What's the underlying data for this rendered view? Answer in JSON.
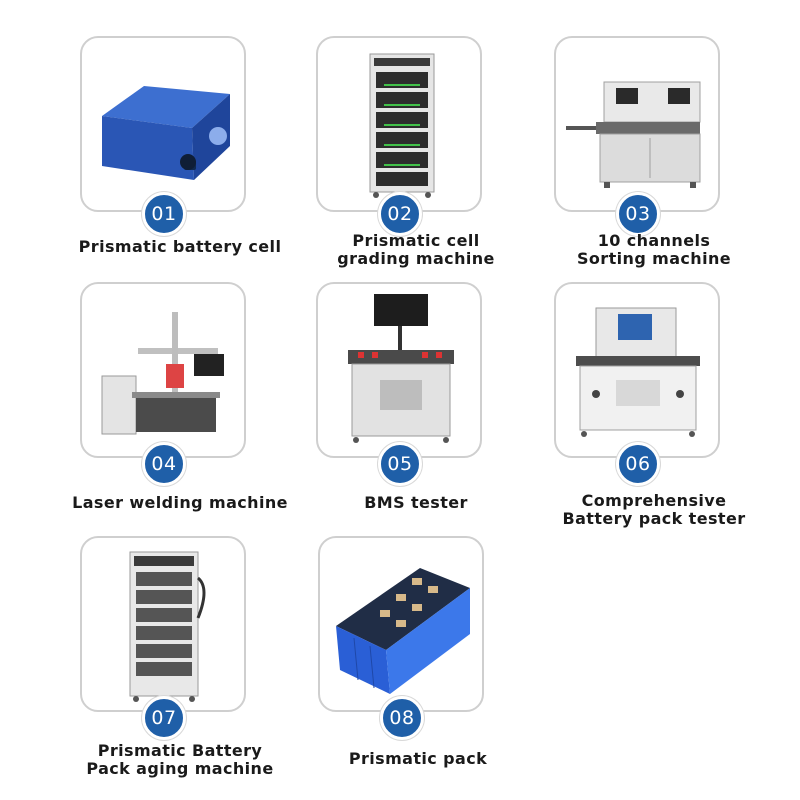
{
  "items": [
    {
      "number": "01",
      "lines": [
        "Prismatic battery cell"
      ],
      "icon": "prismatic-battery-cell-icon"
    },
    {
      "number": "02",
      "lines": [
        "Prismatic cell",
        "grading machine"
      ],
      "icon": "grading-cabinet-icon"
    },
    {
      "number": "03",
      "lines": [
        "10 channels",
        "Sorting machine"
      ],
      "icon": "sorting-machine-icon"
    },
    {
      "number": "04",
      "lines": [
        "Laser welding machine"
      ],
      "icon": "laser-welder-icon"
    },
    {
      "number": "05",
      "lines": [
        "BMS tester"
      ],
      "icon": "bms-tester-icon"
    },
    {
      "number": "06",
      "lines": [
        "Comprehensive",
        "Battery pack tester"
      ],
      "icon": "pack-tester-icon"
    },
    {
      "number": "07",
      "lines": [
        "Prismatic Battery",
        "Pack aging machine"
      ],
      "icon": "aging-cabinet-icon"
    },
    {
      "number": "08",
      "lines": [
        "Prismatic pack"
      ],
      "icon": "prismatic-pack-icon"
    }
  ],
  "colors": {
    "badge": "#1f5fa8",
    "card_border": "#cfcfcf",
    "text": "#1a1a1a"
  }
}
